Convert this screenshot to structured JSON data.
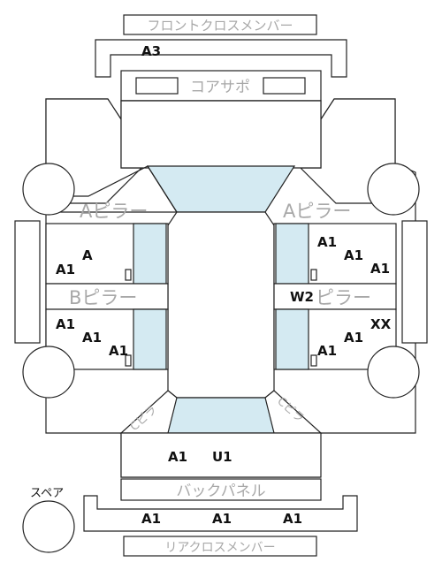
{
  "labels": {
    "front_cross_member": "フロントクロスメンバー",
    "core_support": "コアサポ",
    "a_pillar_left": "Aピラー",
    "a_pillar_right": "Aピラー",
    "b_pillar_left": "Bピラー",
    "b_pillar_right": "ピラー",
    "back_panel": "バックパネル",
    "spare": "スペア",
    "rear_cross_member": "リアクロスメンバー",
    "c_pillar_left": "Cピラ",
    "c_pillar_right": "Cピラ"
  },
  "codes": {
    "front_cross": "A3",
    "fl_door_a": "A",
    "fl_door_a1": "A1",
    "fr_door_1": "A1",
    "fr_door_2": "A1",
    "fr_door_3": "A1",
    "right_b_pillar": "W2",
    "rl_door_1": "A1",
    "rl_door_2": "A1",
    "rl_door_3": "A1",
    "rr_door_xx": "XX",
    "rr_door_1": "A1",
    "rr_door_2": "A1",
    "trunk_1": "A1",
    "trunk_2": "U1",
    "rear_cross_1": "A1",
    "rear_cross_2": "A1",
    "rear_cross_3": "A1"
  },
  "colors": {
    "glass": "#d4eaf2",
    "label_grey": "#a8a8a8",
    "code_black": "#111111"
  }
}
